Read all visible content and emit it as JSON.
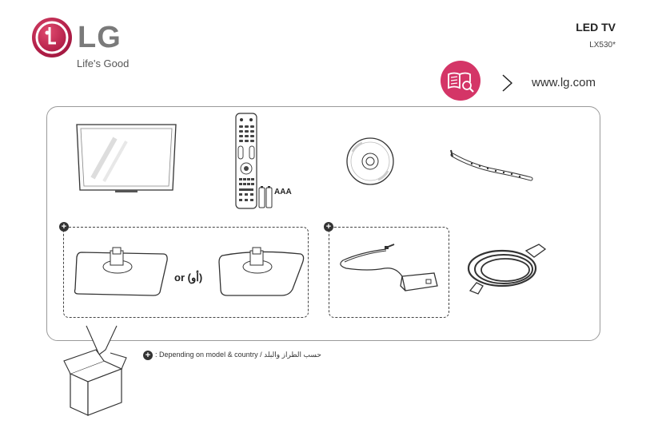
{
  "header": {
    "brand": "LG",
    "slogan": "Life's Good",
    "logo_color": "#b01e47",
    "product_title": "LED TV",
    "model": "LX530*",
    "manual_icon": "book-magnifier-icon",
    "manual_icon_color": "#d43567",
    "play_icon": "play-arrow-icon",
    "website": "www.lg.com"
  },
  "components": {
    "batteries_label": "AAA",
    "or_label": "or (أو)",
    "optional_icon": "plus-circle-icon"
  },
  "footnote": {
    "text": ": Depending on model & country / حسب الطراز والبلد"
  }
}
